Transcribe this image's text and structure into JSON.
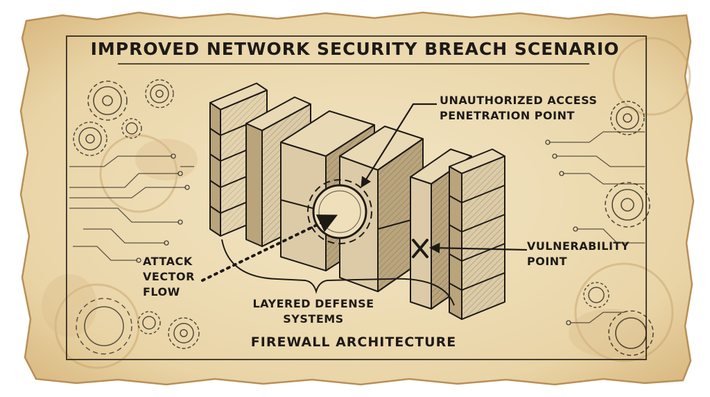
{
  "title": "IMPROVED NETWORK SECURITY BREACH SCENARIO",
  "labels": {
    "unauthorized_access": [
      "UNAUTHORIZED ACCESS",
      "PENETRATION POINT"
    ],
    "vulnerability": [
      "VULNERABILITY",
      "POINT"
    ],
    "attack_vector": [
      "ATTACK",
      "VECTOR",
      "FLOW"
    ],
    "layered_defense": [
      "LAYERED DEFENSE",
      "SYSTEMS"
    ],
    "firewall": "FIREWALL ARCHITECTURE"
  },
  "colors": {
    "parchment": "#efdfba",
    "parchment_edge": "#c79e63",
    "stain": "#d9b98a",
    "ink": "#1d1a16",
    "block_top": "#e9d9b5",
    "block_front": "#dccba6",
    "block_side": "#b9a47c"
  },
  "icons": [
    "gear-icon",
    "circuit-trace-icon",
    "breach-marker-icon",
    "vulnerability-x-icon"
  ]
}
